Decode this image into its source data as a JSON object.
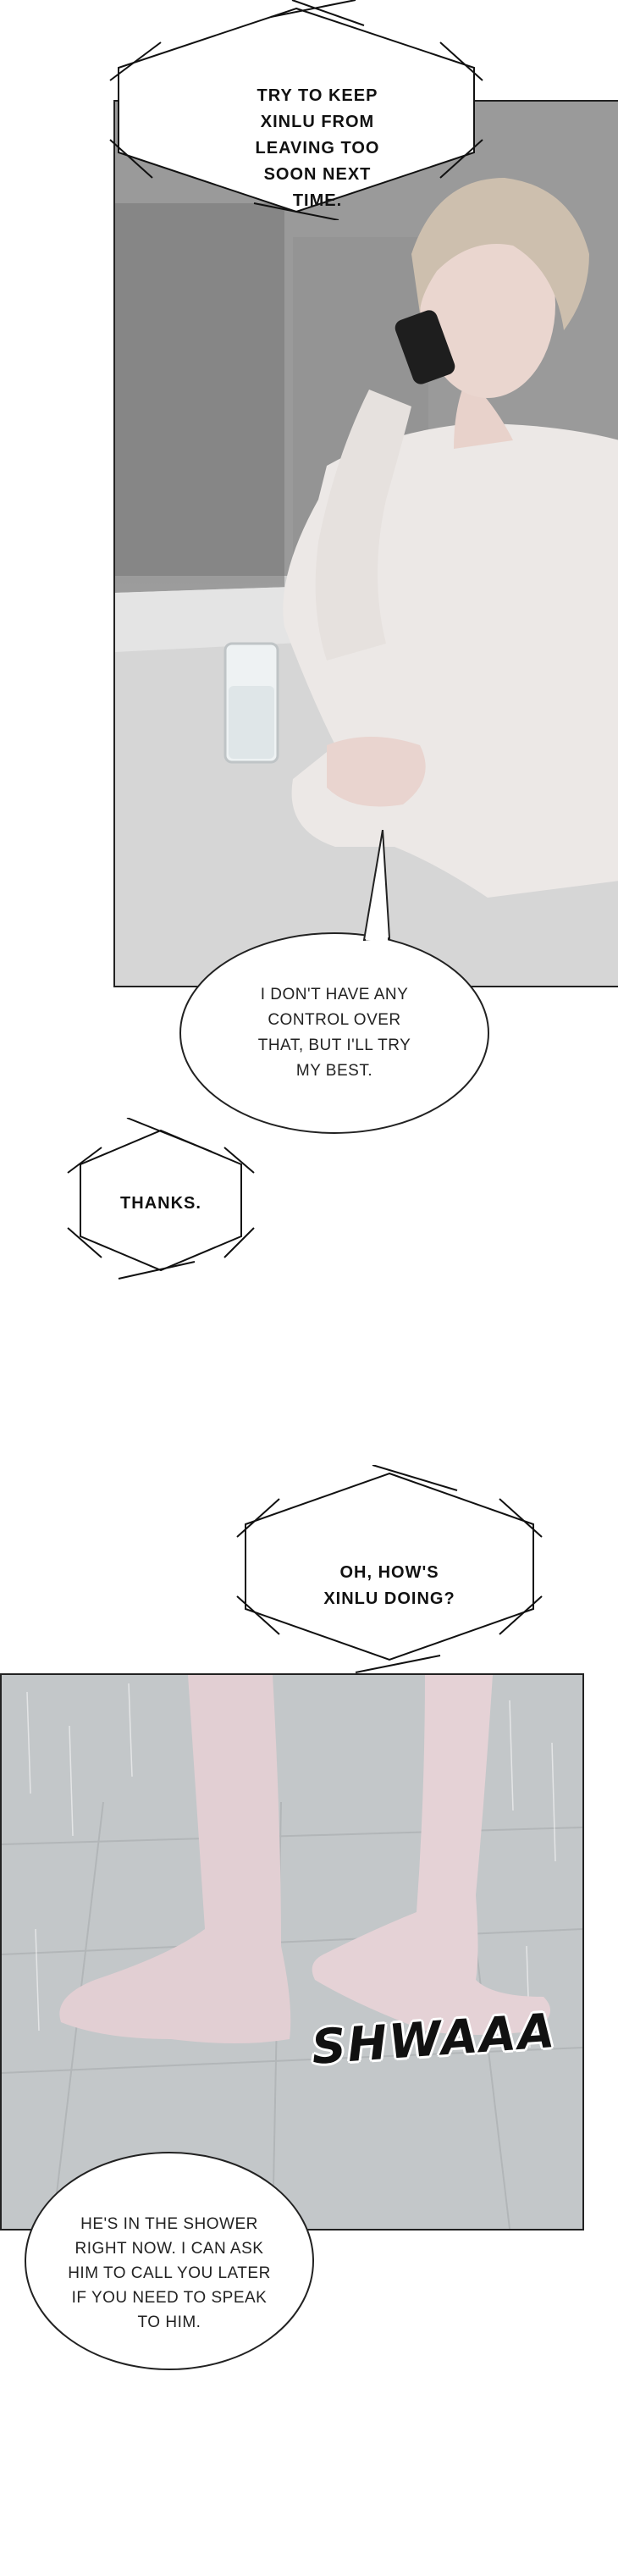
{
  "captions": {
    "c1": "TRY TO KEEP XINLU FROM LEAVING TOO SOON NEXT TIME.",
    "c2": "THANKS.",
    "c3": "OH, HOW'S XINLU DOING?"
  },
  "bubbles": {
    "b1": "I DON'T HAVE ANY CONTROL OVER THAT, BUT I'LL TRY MY BEST.",
    "b2": "HE'S IN THE SHOWER RIGHT NOW. I CAN ASK HIM TO CALL YOU LATER IF YOU NEED TO SPEAK TO HIM."
  },
  "sfx": {
    "shower": "SHWAAA"
  },
  "colors": {
    "ink": "#111111",
    "paper": "#ffffff"
  }
}
